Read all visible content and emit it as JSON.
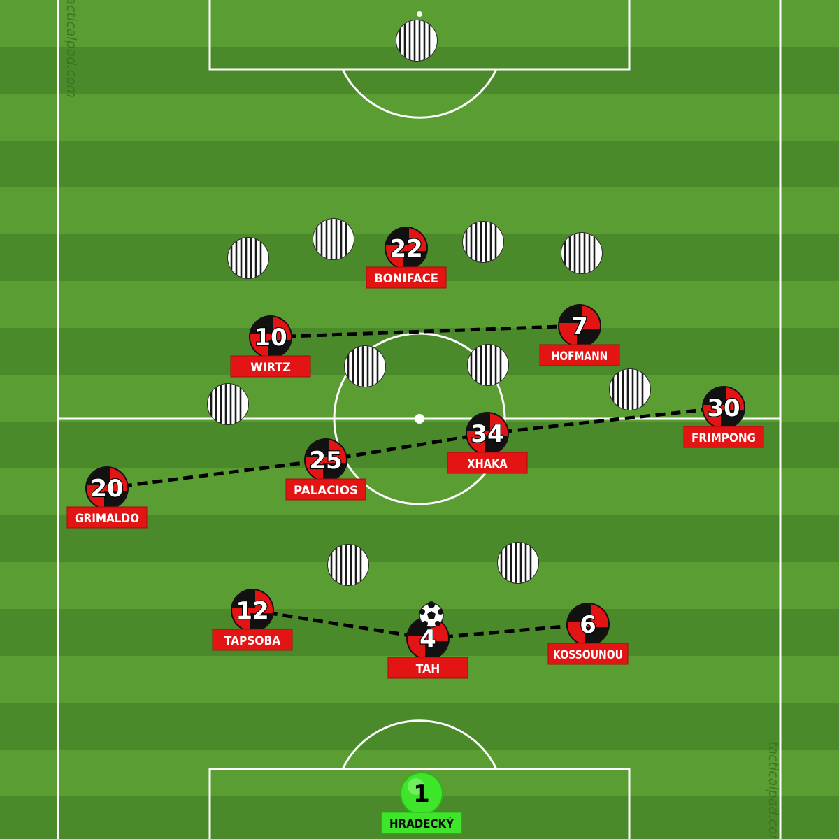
{
  "watermark": "tacticalpad.com",
  "colors": {
    "grass_light": "#5a9e33",
    "grass_dark": "#4b8a2a",
    "line": "#ffffff",
    "team_red": "#e31414",
    "team_black": "#111111",
    "keeper_green": "#3fe52a",
    "opponent_white": "#ffffff",
    "opponent_stripe": "#1a1a1a",
    "link_line": "#000000"
  },
  "ball": {
    "name": "ball-icon"
  },
  "team": {
    "players": [
      {
        "number": "1",
        "name": "HRADECKÝ",
        "role": "keeper"
      },
      {
        "number": "4",
        "name": "TAH",
        "role": "outfield"
      },
      {
        "number": "12",
        "name": "TAPSOBA",
        "role": "outfield"
      },
      {
        "number": "6",
        "name": "KOSSOUNOU",
        "role": "outfield"
      },
      {
        "number": "20",
        "name": "GRIMALDO",
        "role": "outfield"
      },
      {
        "number": "25",
        "name": "PALACIOS",
        "role": "outfield"
      },
      {
        "number": "34",
        "name": "XHAKA",
        "role": "outfield"
      },
      {
        "number": "30",
        "name": "FRIMPONG",
        "role": "outfield"
      },
      {
        "number": "10",
        "name": "WIRTZ",
        "role": "outfield"
      },
      {
        "number": "7",
        "name": "HOFMANN",
        "role": "outfield"
      },
      {
        "number": "22",
        "name": "BONIFACE",
        "role": "outfield"
      }
    ]
  },
  "opponents": {
    "count": 11,
    "kit": "white with black vertical stripes"
  }
}
